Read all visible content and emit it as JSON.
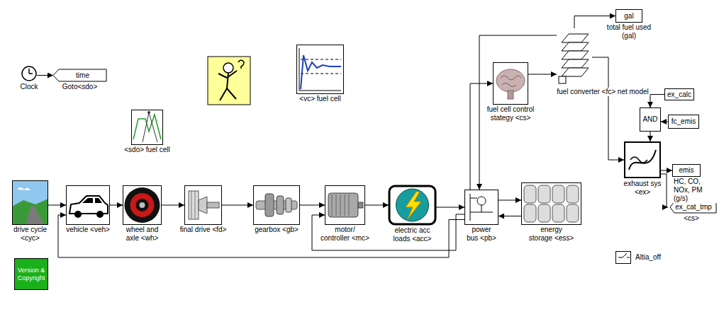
{
  "diagram": {
    "nodes": [
      {
        "text": [
          "gal",
          "total fuel used (gal)"
        ]
      },
      {
        "text": [
          "<vc> fuel cell"
        ]
      },
      {
        "text": [
          "Clock"
        ]
      },
      {
        "text": [
          "time",
          "Goto<sdo>"
        ]
      },
      {
        "text": [
          "fuel cell control stategy <cs>"
        ]
      },
      {
        "text": [
          "fuel converter <fc> net model"
        ]
      },
      {
        "text": [
          "ex_calc"
        ]
      },
      {
        "text": [
          "AND"
        ]
      },
      {
        "text": [
          "fc_emis"
        ]
      },
      {
        "text": [
          "<sdo> fuel cell"
        ]
      },
      {
        "text": [
          "exhaust sys <ex>"
        ]
      },
      {
        "text": [
          "emis",
          "HC, CO, NOx, PM (g/s)"
        ]
      },
      {
        "text": [
          "drive cycle <cyc>"
        ]
      },
      {
        "text": [
          "vehicle <veh>"
        ]
      },
      {
        "text": [
          "wheel and axle <wh>"
        ]
      },
      {
        "text": [
          "final drive <fd>"
        ]
      },
      {
        "text": [
          "gearbox <gb>"
        ]
      },
      {
        "text": [
          "motor/ controller <mc>"
        ]
      },
      {
        "text": [
          "electric acc loads <acc>"
        ]
      },
      {
        "text": [
          "power bus <pb>"
        ]
      },
      {
        "text": [
          "energy storage <ess>"
        ]
      },
      {
        "text": [
          "ex_cat_tmp",
          "<cs>"
        ]
      },
      {
        "text": [
          "Altia_off"
        ]
      },
      {
        "text": [
          "Version & Copyright"
        ]
      }
    ],
    "edges": [
      {
        "from": 2,
        "to": 3,
        "arrow": "to"
      },
      {
        "from": 12,
        "to": 13,
        "arrow": "to"
      },
      {
        "from": 13,
        "to": 14,
        "arrow": "to"
      },
      {
        "from": 14,
        "to": 15,
        "arrow": "to"
      },
      {
        "from": 15,
        "to": 16,
        "arrow": "to"
      },
      {
        "from": 16,
        "to": 17,
        "arrow": "to"
      },
      {
        "from": 17,
        "to": 18,
        "arrow": "to"
      },
      {
        "from": 18,
        "to": 19,
        "arrow": "to"
      },
      {
        "from": 19,
        "to": 20,
        "arrow": "to"
      },
      {
        "from": 20,
        "to": 19,
        "arrow": "to"
      },
      {
        "from": 19,
        "to": 4,
        "arrow": "to"
      },
      {
        "from": 4,
        "to": 5,
        "arrow": "to"
      },
      {
        "from": 5,
        "to": 0,
        "arrow": "to"
      },
      {
        "from": 5,
        "to": 19,
        "arrow": "to"
      },
      {
        "from": 5,
        "to": 10,
        "arrow": "to"
      },
      {
        "from": 6,
        "to": 7,
        "arrow": "to"
      },
      {
        "from": 8,
        "to": 7,
        "arrow": "to"
      },
      {
        "from": 7,
        "to": 10,
        "arrow": "to"
      },
      {
        "from": 10,
        "to": 11,
        "arrow": "to"
      },
      {
        "from": 10,
        "to": 21,
        "arrow": "to"
      },
      {
        "from": 19,
        "to": 13,
        "arrow": "to"
      },
      {
        "from": 19,
        "to": 17,
        "arrow": "to"
      }
    ]
  }
}
